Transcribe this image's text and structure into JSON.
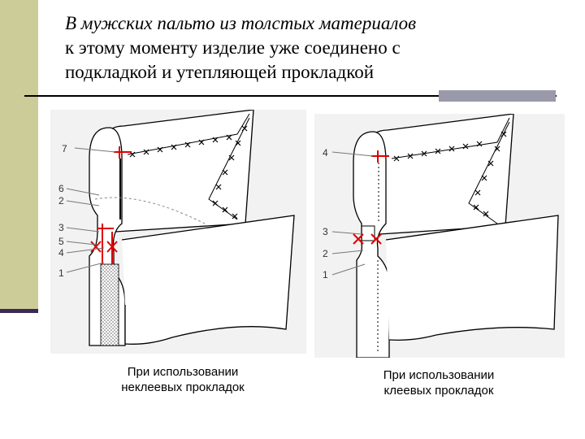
{
  "slide": {
    "title_lines": [
      "В мужских пальто из толстых материалов",
      "к этому моменту изделие уже соединено с",
      "подкладкой и утепляющей прокладкой"
    ]
  },
  "figures": {
    "left": {
      "labels": [
        "7",
        "6",
        "2",
        "3",
        "5",
        "4",
        "1"
      ],
      "caption_lines": [
        "При использовании",
        "неклеевых прокладок"
      ]
    },
    "right": {
      "labels": [
        "4",
        "3",
        "2",
        "1"
      ],
      "caption_lines": [
        "При использовании",
        "клеевых прокладок"
      ]
    }
  },
  "colors": {
    "sidebar": "#cccc99",
    "accent_bar": "#9999aa",
    "seam_mark": "#dd0000"
  }
}
